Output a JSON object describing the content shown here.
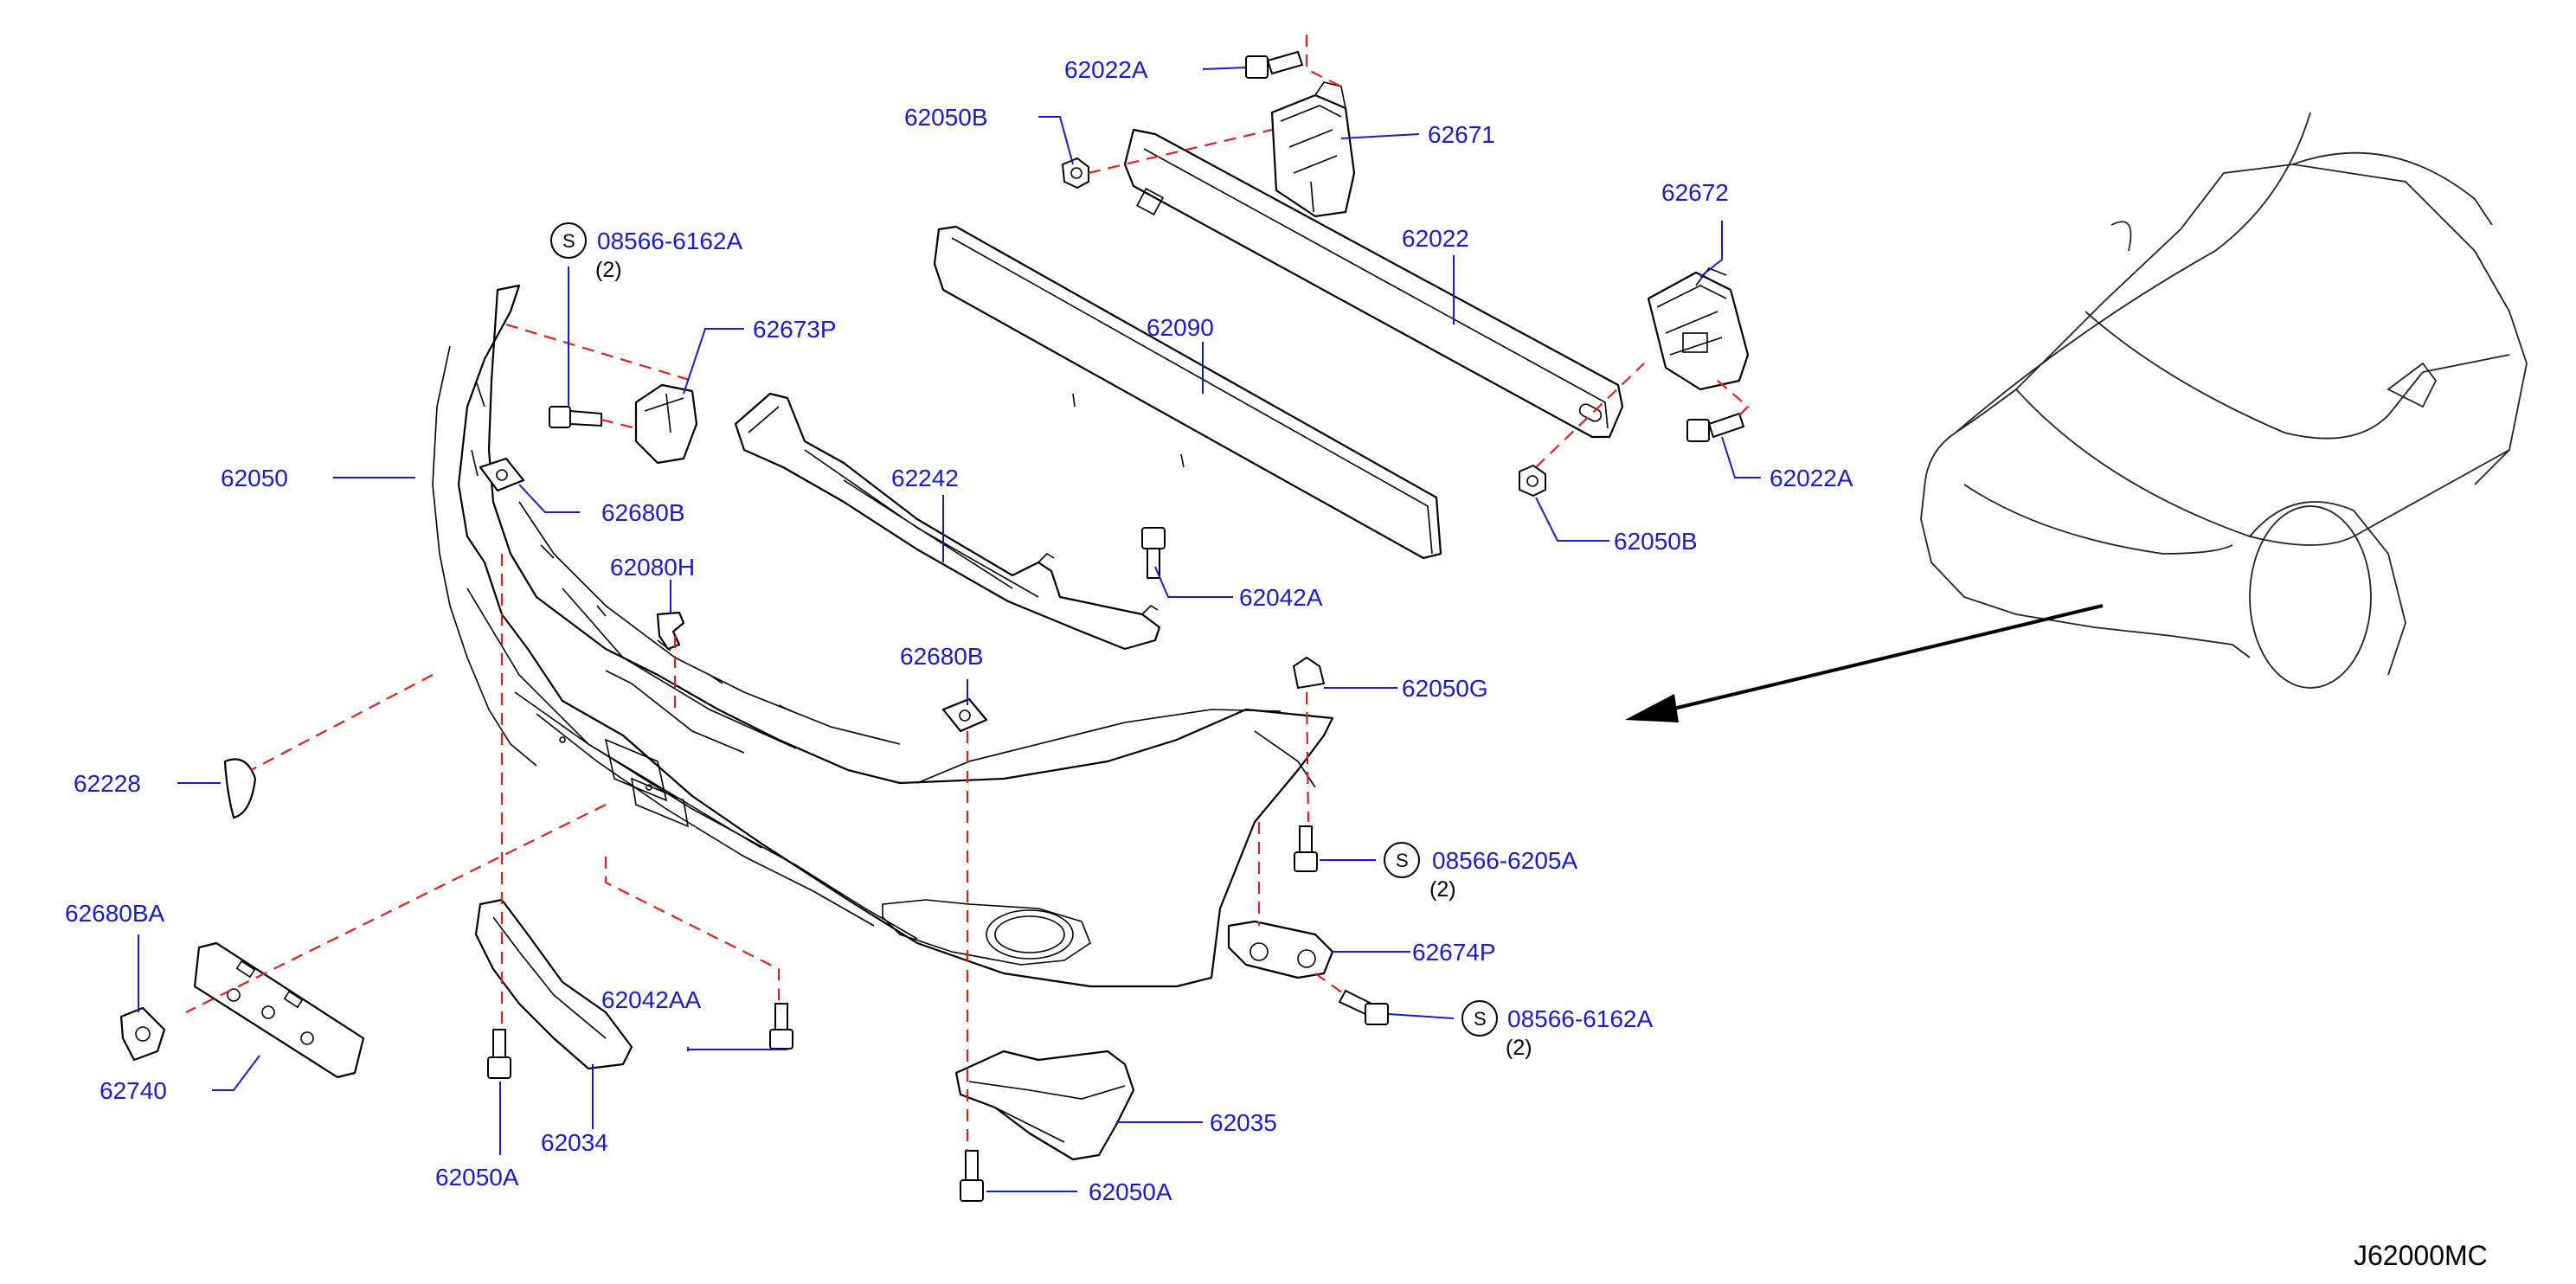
{
  "callouts": [
    {
      "id": "62022A_top",
      "text": "62022A"
    },
    {
      "id": "62050B_top",
      "text": "62050B"
    },
    {
      "id": "62671",
      "text": "62671"
    },
    {
      "id": "62022",
      "text": "62022"
    },
    {
      "id": "62672",
      "text": "62672"
    },
    {
      "id": "62022A_right",
      "text": "62022A"
    },
    {
      "id": "62050B_right",
      "text": "62050B"
    },
    {
      "id": "62090",
      "text": "62090"
    },
    {
      "id": "62242",
      "text": "62242"
    },
    {
      "id": "62042A",
      "text": "62042A"
    },
    {
      "id": "62050",
      "text": "62050"
    },
    {
      "id": "62673P",
      "text": "62673P"
    },
    {
      "id": "62680B_left",
      "text": "62680B"
    },
    {
      "id": "62080H",
      "text": "62080H"
    },
    {
      "id": "62680B_mid",
      "text": "62680B"
    },
    {
      "id": "62050G",
      "text": "62050G"
    },
    {
      "id": "62228",
      "text": "62228"
    },
    {
      "id": "62680BA",
      "text": "62680BA"
    },
    {
      "id": "62740",
      "text": "62740"
    },
    {
      "id": "62042AA",
      "text": "62042AA"
    },
    {
      "id": "62034",
      "text": "62034"
    },
    {
      "id": "62050A_left",
      "text": "62050A"
    },
    {
      "id": "62674P",
      "text": "62674P"
    },
    {
      "id": "62035",
      "text": "62035"
    },
    {
      "id": "62050A_mid",
      "text": "62050A"
    }
  ],
  "screws": [
    {
      "id": "screw_top",
      "letter": "S",
      "part": "08566-6162A",
      "qty": "(2)"
    },
    {
      "id": "screw_mid",
      "letter": "S",
      "part": "08566-6205A",
      "qty": "(2)"
    },
    {
      "id": "screw_low",
      "letter": "S",
      "part": "08566-6162A",
      "qty": "(2)"
    }
  ],
  "diagram_code": "J62000MC",
  "colors": {
    "label": "#1a1acc",
    "leader": "#1a1acc",
    "hidden_line": "#e02020",
    "outline": "#000000"
  }
}
